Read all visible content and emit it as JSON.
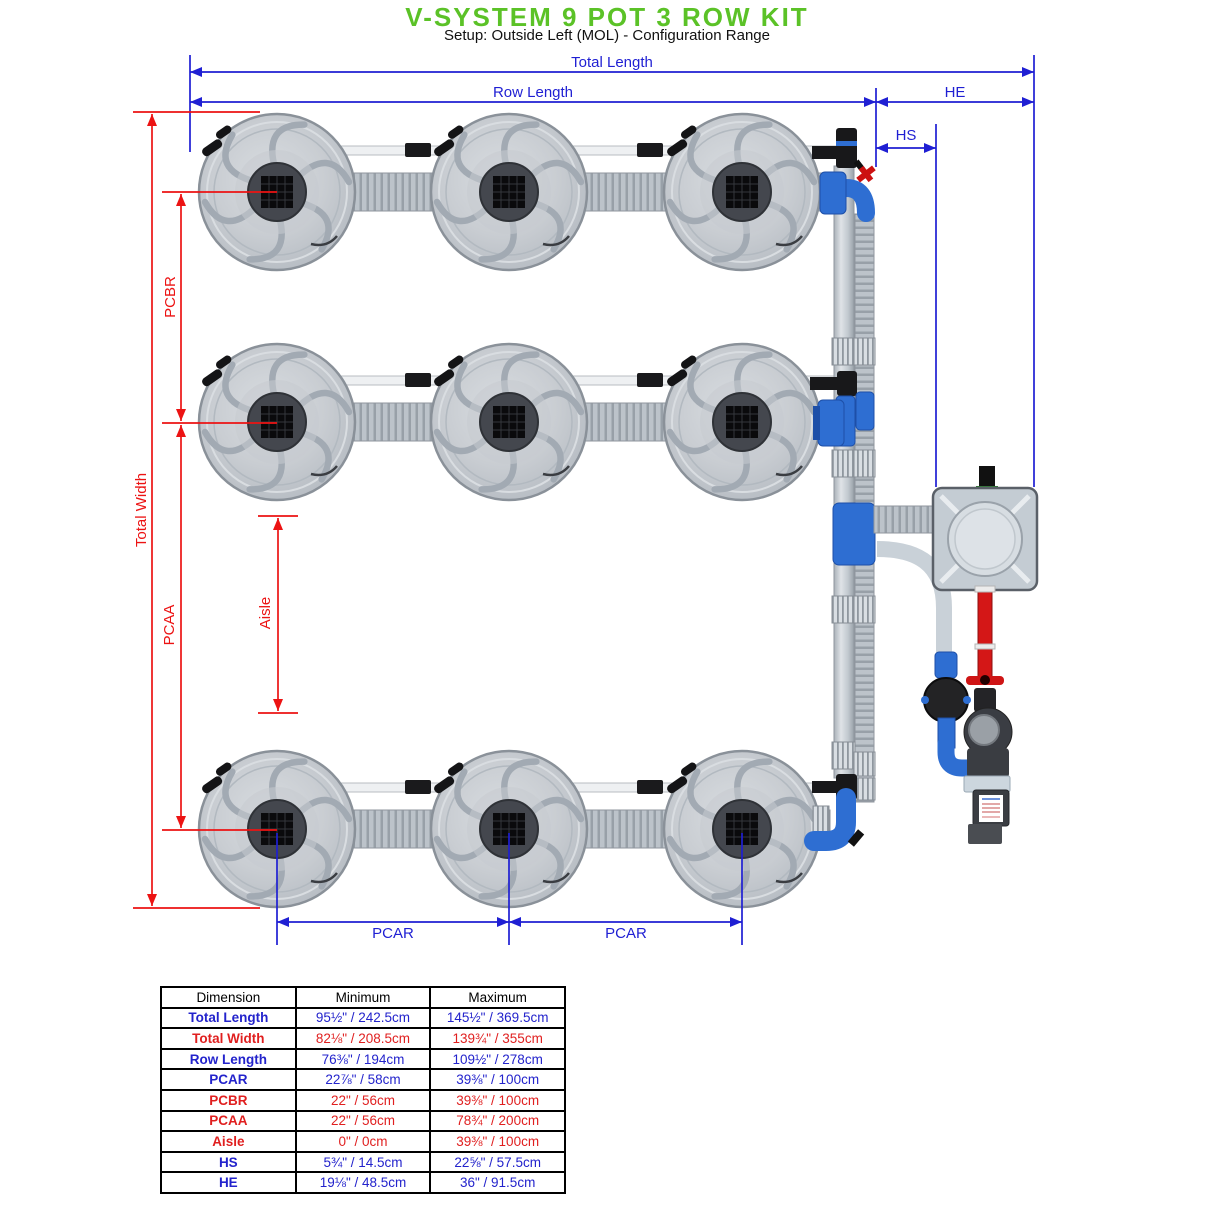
{
  "title": "V-SYSTEM 9 POT 3 ROW KIT",
  "subtitle": "Setup: Outside Left (MOL) - Configuration Range",
  "colors": {
    "title_green": "#5bc227",
    "dimension_blue": "#1f1fd3",
    "dimension_red": "#ec1313",
    "fitting_blue": "#2e6ed2",
    "pipe_red": "#d41717"
  },
  "dimension_labels": {
    "total_length": "Total Length",
    "row_length": "Row Length",
    "he": "HE",
    "hs": "HS",
    "total_width": "Total Width",
    "pcbr": "PCBR",
    "pcaa": "PCAA",
    "aisle": "Aisle",
    "pcar_left": "PCAR",
    "pcar_right": "PCAR"
  },
  "table": {
    "headers": [
      "Dimension",
      "Minimum",
      "Maximum"
    ],
    "rows": [
      {
        "name": "Total Length",
        "min": "95½\" / 242.5cm",
        "max": "145½\" / 369.5cm",
        "color": "blue"
      },
      {
        "name": "Total Width",
        "min": "82⅛\" / 208.5cm",
        "max": "139¾\" / 355cm",
        "color": "red"
      },
      {
        "name": "Row Length",
        "min": "76⅜\" / 194cm",
        "max": "109½\" / 278cm",
        "color": "blue"
      },
      {
        "name": "PCAR",
        "min": "22⅞\" / 58cm",
        "max": "39⅜\" / 100cm",
        "color": "blue"
      },
      {
        "name": "PCBR",
        "min": "22\" / 56cm",
        "max": "39⅜\" / 100cm",
        "color": "red"
      },
      {
        "name": "PCAA",
        "min": "22\" / 56cm",
        "max": "78¾\" / 200cm",
        "color": "red"
      },
      {
        "name": "Aisle",
        "min": "0\" / 0cm",
        "max": "39⅜\" / 100cm",
        "color": "red"
      },
      {
        "name": "HS",
        "min": "5¾\" / 14.5cm",
        "max": "22⅝\" / 57.5cm",
        "color": "blue"
      },
      {
        "name": "HE",
        "min": "19⅛\" / 48.5cm",
        "max": "36\" / 91.5cm",
        "color": "blue"
      }
    ]
  }
}
